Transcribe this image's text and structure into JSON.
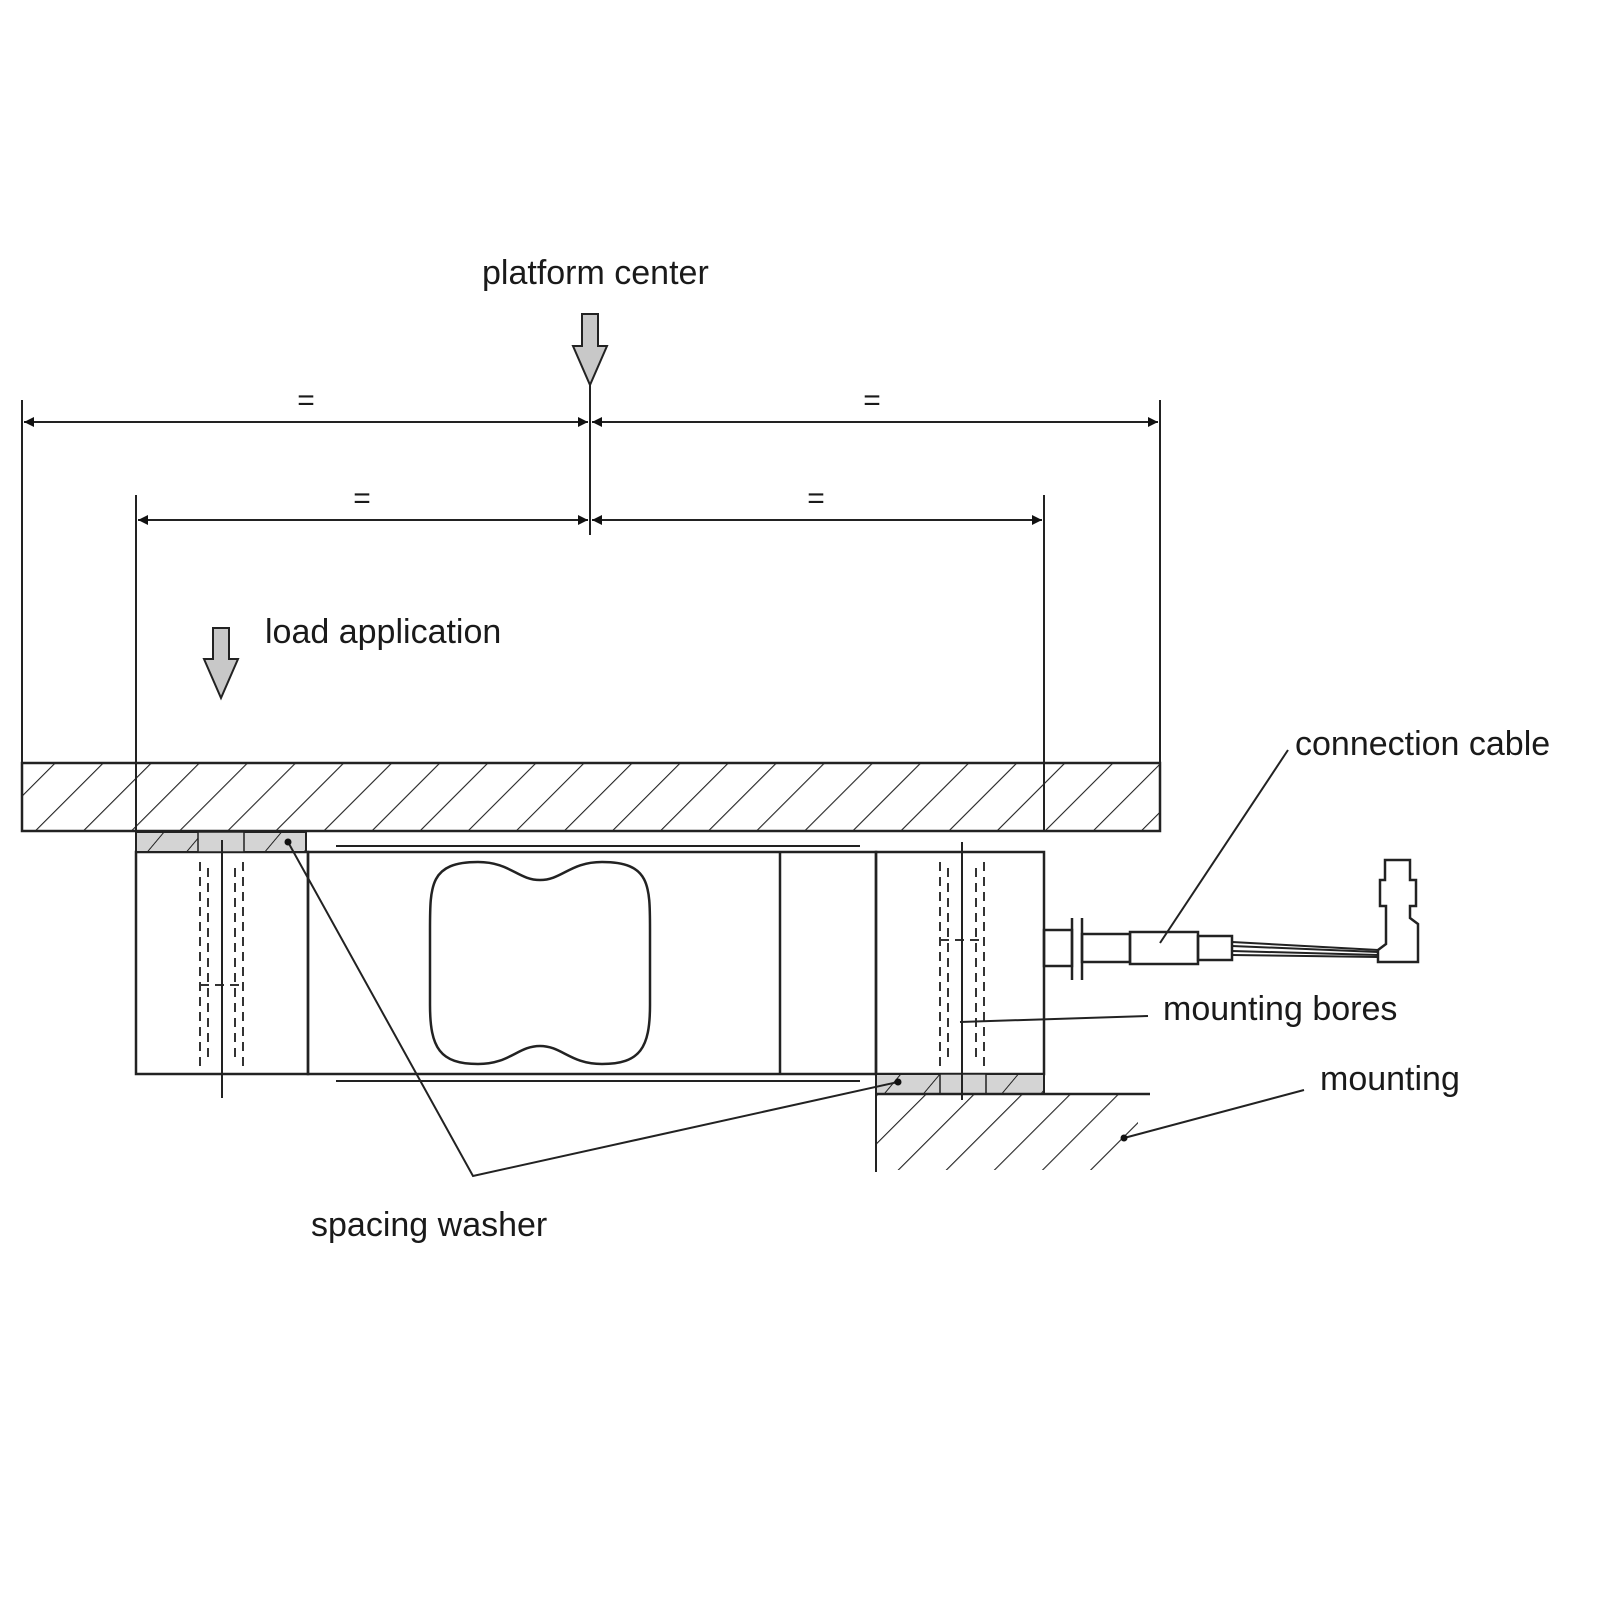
{
  "labels": {
    "platform_center": "platform center",
    "load_application": "load application",
    "connection_cable": "connection cable",
    "mounting_bores": "mounting bores",
    "mounting": "mounting",
    "spacing_washer": "spacing washer"
  },
  "dimensions": {
    "outer_left": "=",
    "outer_right": "=",
    "inner_left": "=",
    "inner_right": "="
  },
  "colors": {
    "line": "#222222",
    "arrow_fill": "#c8c8c8",
    "washer_fill": "#d4d4d4"
  }
}
